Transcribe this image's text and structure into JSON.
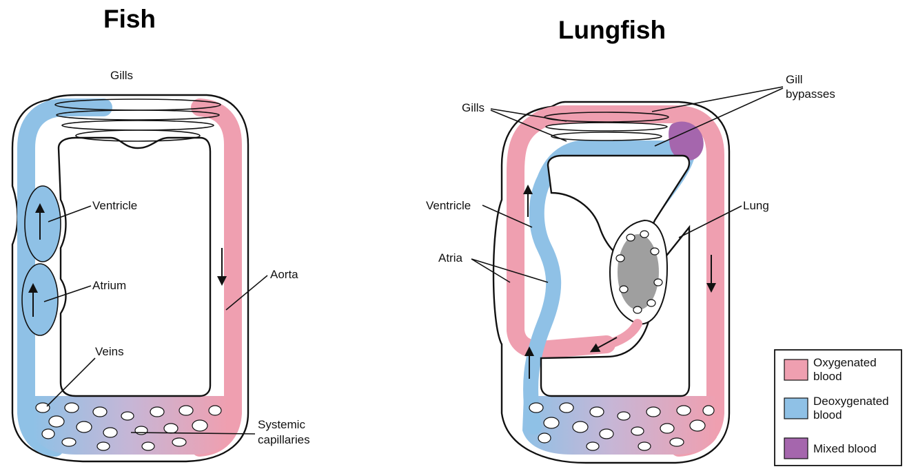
{
  "colors": {
    "oxygenated": "#ef9fb0",
    "deoxygenated": "#8fc1e6",
    "mixed": "#a566ad"
  },
  "fish": {
    "title": "Fish",
    "labels": {
      "gills": "Gills",
      "ventricle": "Ventricle",
      "atrium": "Atrium",
      "aorta": "Aorta",
      "veins": "Veins",
      "systemic_1": "Systemic",
      "systemic_2": "capillaries"
    }
  },
  "lungfish": {
    "title": "Lungfish",
    "labels": {
      "gills": "Gills",
      "gill_bypasses_1": "Gill",
      "gill_bypasses_2": "bypasses",
      "ventricle": "Ventricle",
      "atria": "Atria",
      "lung": "Lung"
    }
  },
  "legend": {
    "items": [
      {
        "label_1": "Oxygenated",
        "label_2": "blood",
        "color": "#ef9fb0"
      },
      {
        "label_1": "Deoxygenated",
        "label_2": "blood",
        "color": "#8fc1e6"
      },
      {
        "label_1": "Mixed blood",
        "label_2": "",
        "color": "#a566ad"
      }
    ]
  }
}
